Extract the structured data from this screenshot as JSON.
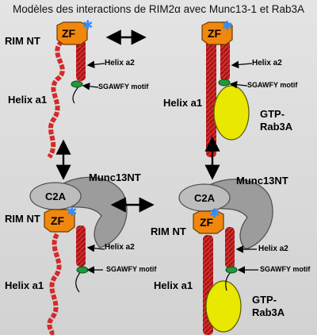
{
  "title": "Modèles des interactions de RIM2α avec Munc13-1 et Rab3A",
  "labels": {
    "zf": "ZF",
    "rim_nt": "RIM NT",
    "helix_a1": "Helix a1",
    "helix_a2": "Helix a2",
    "motif": "SGAWFY motif",
    "gtp": "GTP-",
    "rab3a": "Rab3A",
    "munc13nt": "Munc13NT",
    "c2a": "C2A"
  },
  "colors": {
    "helix": "#d42a2a",
    "zf": "#f0870f",
    "motif": "#1f9a3c",
    "rab3a": "#e8e800",
    "munc13": "#9c9c9c",
    "c2a": "#bdbdbd",
    "star": "#2f8cff"
  },
  "icons": [
    "double-arrow-icon",
    "star-icon",
    "pointer-arrow-icon"
  ]
}
